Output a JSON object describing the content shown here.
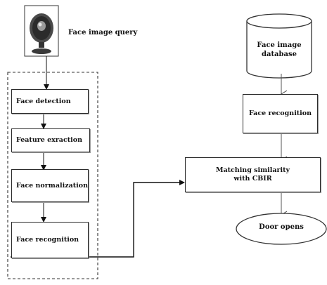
{
  "query_label": "Face image query",
  "left_steps": [
    "Face detection",
    "Feature exraction",
    "Face  normalization",
    "Face recognition"
  ],
  "database_label": "Face image database",
  "right_recognition_label": "Face recognition",
  "matching_label": "Matching similarity with  CBIR",
  "door_label": "Door  opens",
  "webcam_icon": "webcam-icon"
}
